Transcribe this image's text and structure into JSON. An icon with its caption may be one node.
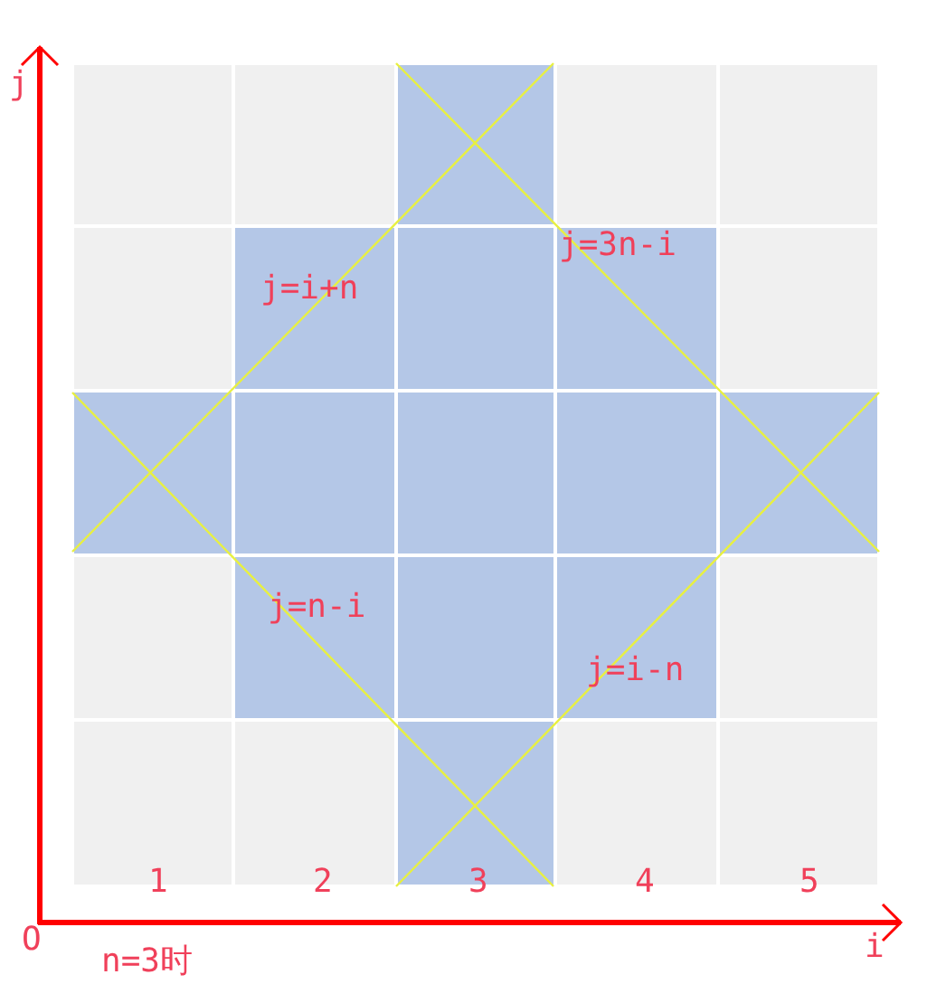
{
  "diagram": {
    "labels": [
      "j",
      "j=3n-i",
      "j=i+n",
      "j=n-i",
      "j=i-n",
      "1",
      "2",
      "3",
      "4",
      "5",
      "O",
      "i",
      "n=3时"
    ]
  }
}
